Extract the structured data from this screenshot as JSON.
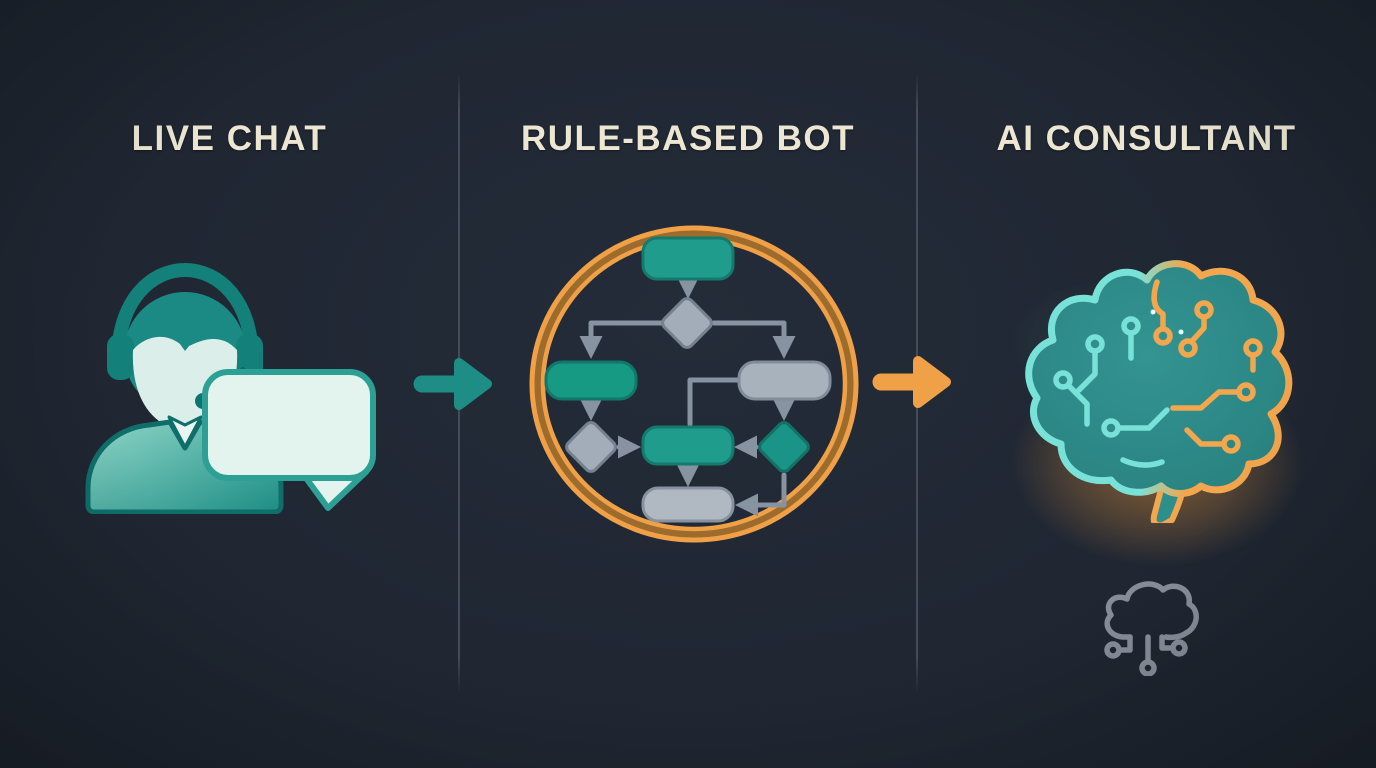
{
  "diagram": {
    "stages": [
      {
        "id": "live-chat",
        "title": "LIVE CHAT",
        "icon": "support-agent-with-speech-bubble-icon"
      },
      {
        "id": "rule-based-bot",
        "title": "RULE-BASED BOT",
        "icon": "flowchart-in-orange-circle-icon"
      },
      {
        "id": "ai-consultant",
        "title": "AI CONSULTANT",
        "icon": "circuit-brain-icon",
        "secondary_icon": "cloud-computing-icon"
      }
    ],
    "connectors": [
      {
        "from": "live-chat",
        "to": "rule-based-bot",
        "shape": "arrow-right",
        "color": "#1d8d85"
      },
      {
        "from": "rule-based-bot",
        "to": "ai-consultant",
        "shape": "arrow-right",
        "color": "#f0a148"
      }
    ]
  },
  "colors": {
    "background": "#212834",
    "title_text": "#ece6d3",
    "teal": "#1e9c8c",
    "teal_dark": "#157a6f",
    "teal_light": "#79e2d8",
    "mint": "#e3f4ef",
    "orange": "#f0a148",
    "orange_ring_dark": "#9d6b2c",
    "gray_node": "#a7b1bc",
    "connector_gray": "#8793a1",
    "icon_gray": "#868e9a",
    "divider": "#434c58"
  }
}
